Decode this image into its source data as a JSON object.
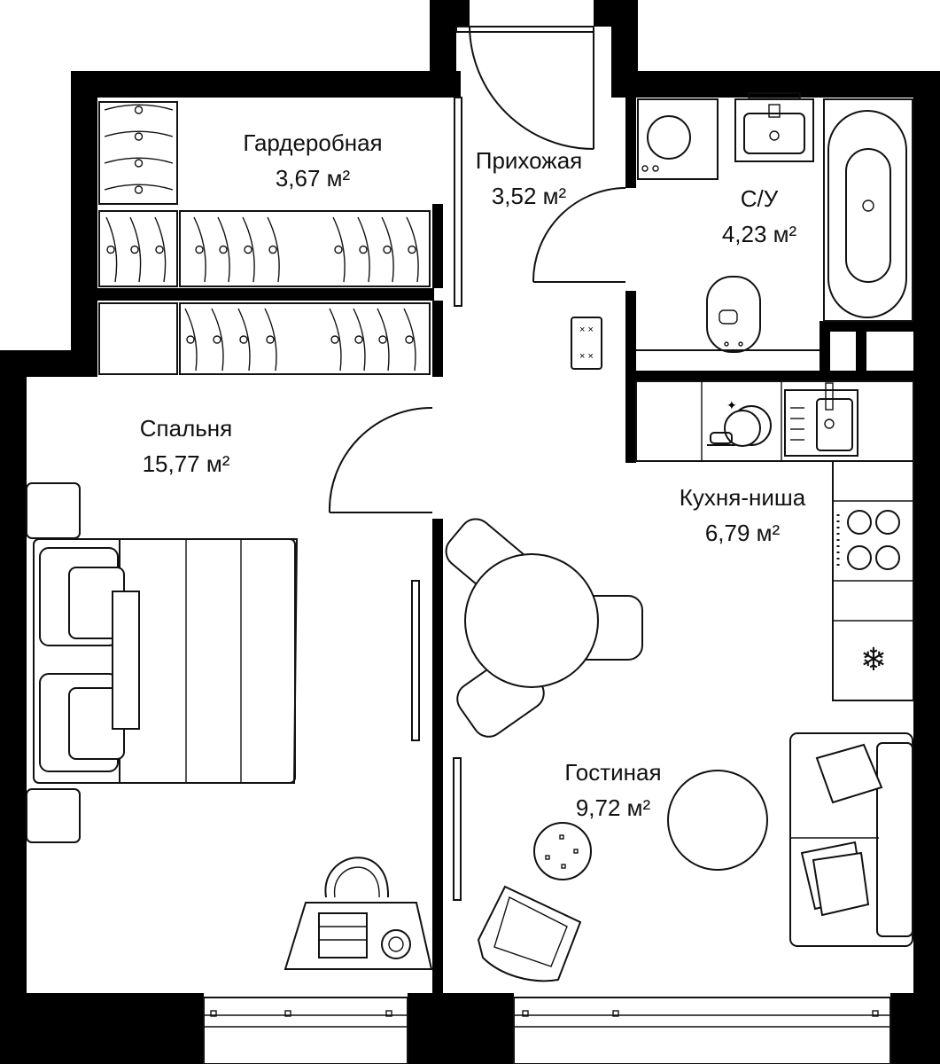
{
  "rooms": {
    "wardrobe": {
      "name": "Гардеробная",
      "area": "3,67 м²"
    },
    "hallway": {
      "name": "Прихожая",
      "area": "3,52 м²"
    },
    "bathroom": {
      "name": "С/У",
      "area": "4,23 м²"
    },
    "bedroom": {
      "name": "Спальня",
      "area": "15,77 м²"
    },
    "kitchen": {
      "name": "Кухня-ниша",
      "area": "6,79 м²"
    },
    "living": {
      "name": "Гостиная",
      "area": "9,72 м²"
    }
  },
  "colors": {
    "wall": "#000000",
    "line": "#111111",
    "background": "#ffffff"
  },
  "icons": [
    "snowflake-icon",
    "hanger-icon",
    "sink-icon",
    "toilet-icon",
    "bathtub-icon",
    "stove-icon",
    "dishes-icon"
  ]
}
